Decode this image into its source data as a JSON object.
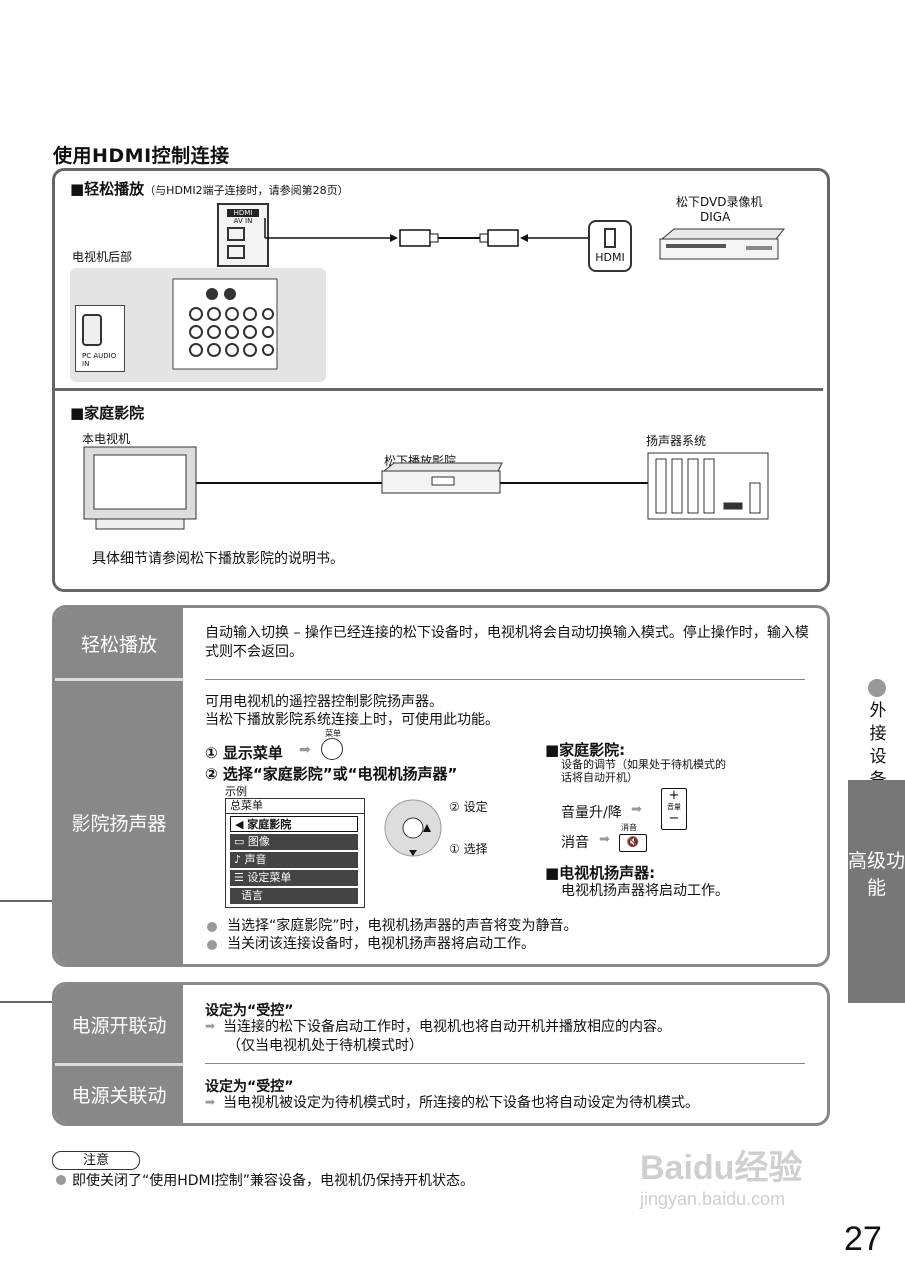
{
  "page": {
    "title": "使用HDMI控制连接",
    "number": "27"
  },
  "diagram": {
    "easy_play_title": "■轻松播放",
    "easy_play_note": "（与HDMI2端子连接时，请参阅第28页）",
    "tv_rear_label": "电视机后部",
    "dvd_label_1": "松下DVD录像机",
    "dvd_label_2": "DIGA",
    "hdmi_label": "HDMI",
    "hdmi_port_logo": "HDMI",
    "av_in_label": "AV IN",
    "pc_label": "PC",
    "audio_in_label": "AUDIO IN",
    "home_theater_title": "■家庭影院",
    "this_tv_label": "本电视机",
    "theater_player_label": "松下播放影院",
    "speaker_system_label": "扬声器系统",
    "detail_note": "具体细节请参阅松下播放影院的说明书。"
  },
  "features": {
    "easy_play": {
      "tab": "轻松播放",
      "text": "自动输入切换 – 操作已经连接的松下设备时，电视机将会自动切换输入模式。停止操作时，输入模式则不会返回。"
    },
    "theater_speaker": {
      "tab": "影院扬声器",
      "line1": "可用电视机的遥控器控制影院扬声器。",
      "line2": "当松下播放影院系统连接上时，可使用此功能。",
      "step1": "① 显示菜单",
      "menu_key_label": "菜单",
      "step2": "② 选择“家庭影院”或“电视机扬声器”",
      "example_label": "示例",
      "menu_title": "总菜单",
      "menu_items": [
        "家庭影院",
        "图像",
        "声音",
        "设定菜单",
        "语言"
      ],
      "set_label": "② 设定",
      "select_label": "① 选择",
      "home_theater_heading": "■家庭影院:",
      "home_theater_desc_1": "设备的调节（如果处于待机模式的",
      "home_theater_desc_2": "话将自动开机）",
      "volume_label": "音量升/降",
      "volume_key": "音量",
      "mute_label": "消音",
      "mute_key_label": "消音",
      "tv_speaker_heading": "■电视机扬声器:",
      "tv_speaker_desc": "电视机扬声器将启动工作。",
      "bullet1": "当选择“家庭影院”时，电视机扬声器的声音将变为静音。",
      "bullet2": "当关闭该连接设备时，电视机扬声器将启动工作。"
    },
    "power_on_link": {
      "tab": "电源开联动",
      "heading": "设定为“受控”",
      "line1": "当连接的松下设备启动工作时，电视机也将自动开机并播放相应的内容。",
      "line2": "（仅当电视机处于待机模式时）"
    },
    "power_off_link": {
      "tab": "电源关联动",
      "heading": "设定为“受控”",
      "line1": "当电视机被设定为待机模式时，所连接的松下设备也将自动设定为待机模式。"
    }
  },
  "side": {
    "section": "外接设备",
    "chapter": "高级功能"
  },
  "note": {
    "label": "注意",
    "text": "即使关闭了“使用HDMI控制”兼容设备，电视机仍保持开机状态。"
  },
  "watermark": {
    "brand": "Baidu经验",
    "url": "jingyan.baidu.com"
  }
}
